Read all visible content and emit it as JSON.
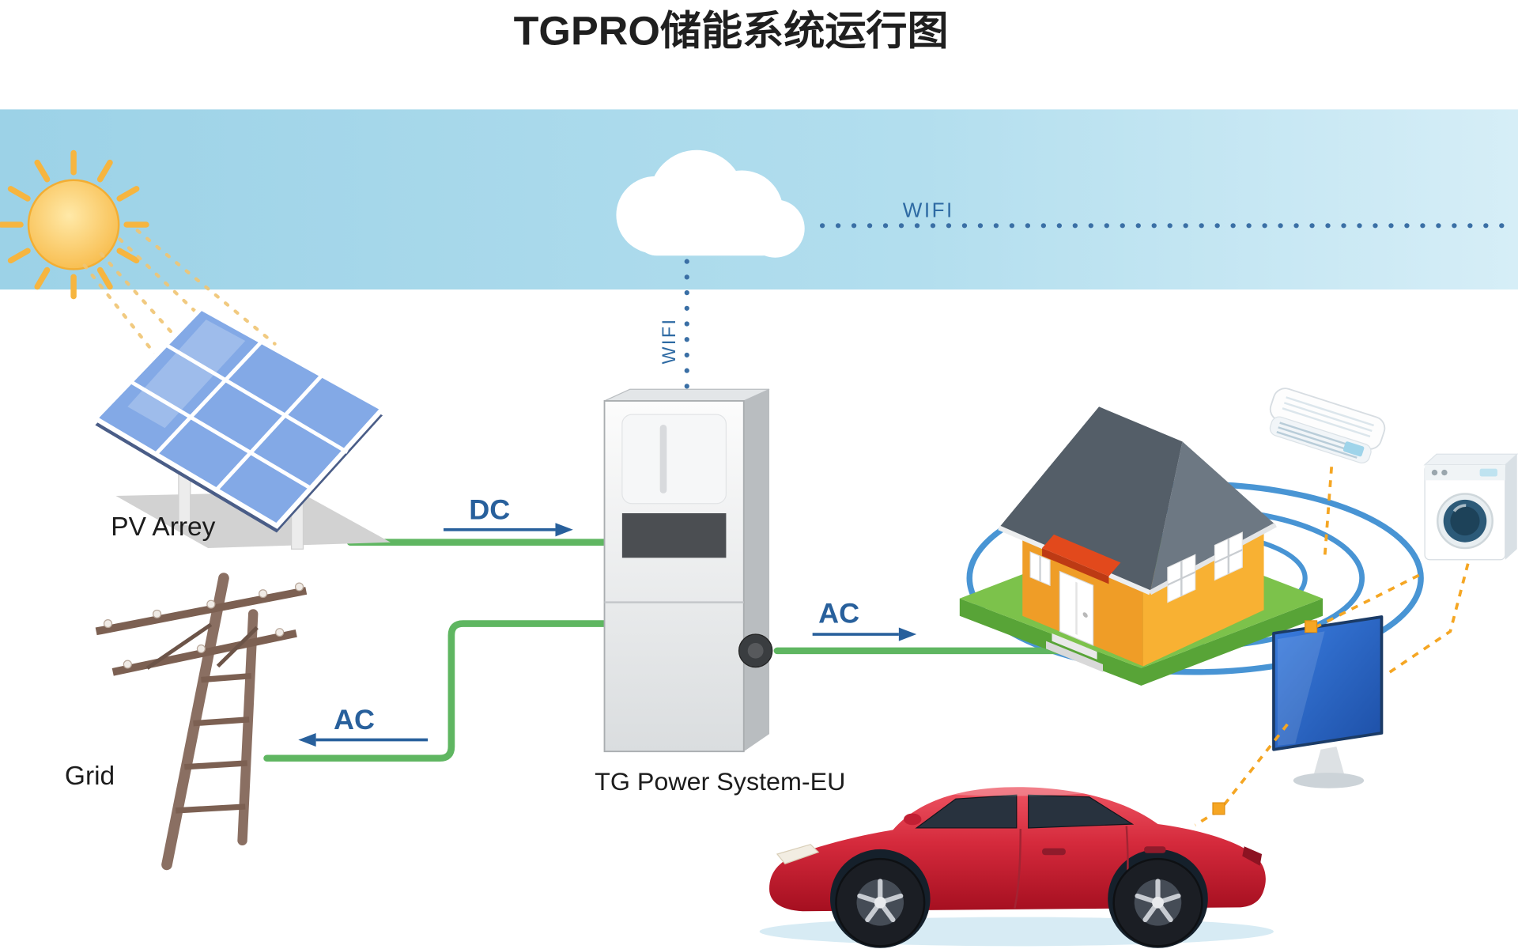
{
  "title": "TGPRO储能系统运行图",
  "labels": {
    "wifi_link": "WIFI",
    "wifi_downlink": "WIFI",
    "pv_array": "PV Arrey",
    "grid": "Grid",
    "inverter": "TG Power System-EU",
    "dc_flow": "DC",
    "ac_to_grid": "AC",
    "ac_to_house": "AC"
  },
  "icons": {
    "sun": "sun-icon",
    "cloud": "cloud-icon",
    "pv_panel": "pv-panel-icon",
    "utility_pole": "utility-pole-icon",
    "inverter_cabinet": "inverter-cabinet-icon",
    "house": "house-icon",
    "energy_rings": "energy-rings-icon",
    "air_conditioner": "air-conditioner-icon",
    "washing_machine": "washing-machine-icon",
    "tv": "tv-icon",
    "car": "ev-car-icon"
  },
  "colors": {
    "sky": "#a9d9ec",
    "power_line_green": "#5fb661",
    "flow_label_blue": "#28609c",
    "wifi_blue": "#2e6aa3",
    "distribution_orange": "#f5a623",
    "car_red": "#d52a3c",
    "house_wall_orange": "#ef9d27",
    "grass_green": "#7cc24b",
    "ring_blue": "#3f8fd2",
    "roof_gray": "#545e68"
  }
}
